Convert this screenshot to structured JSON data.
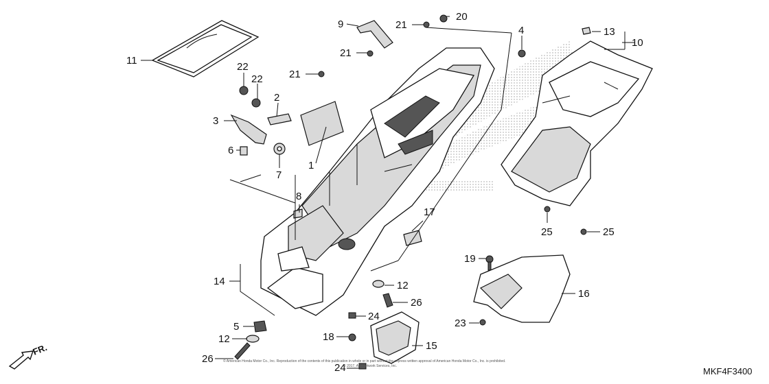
{
  "callouts": {
    "c1": "1",
    "c2": "2",
    "c3": "3",
    "c4": "4",
    "c5": "5",
    "c6": "6",
    "c7": "7",
    "c8": "8",
    "c9": "9",
    "c10": "10",
    "c11": "11",
    "c12a": "12",
    "c12b": "12",
    "c13": "13",
    "c14": "14",
    "c15": "15",
    "c16": "16",
    "c17": "17",
    "c18": "18",
    "c19": "19",
    "c20": "20",
    "c21a": "21",
    "c21b": "21",
    "c21c": "21",
    "c22a": "22",
    "c22b": "22",
    "c23": "23",
    "c24a": "24",
    "c24b": "24",
    "c25a": "25",
    "c25b": "25",
    "c26a": "26",
    "c26b": "26"
  },
  "direction_label": "FR.",
  "diagram_code": "MKF4F3400",
  "copyright_line1": "© American Honda Motor Co., Inc. Reproduction of the contents of this publication in whole or in part without the express written approval of American Honda Motor Co., Inc. is prohibited.",
  "copyright_line2": "© 2017, ARI Network Services, Inc."
}
